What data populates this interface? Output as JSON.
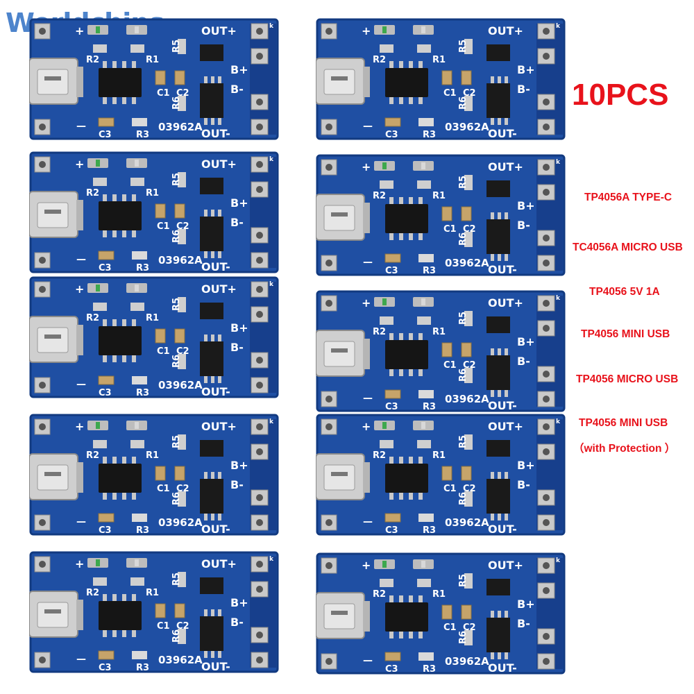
{
  "brand": {
    "logo_text": "Worldchips"
  },
  "product": {
    "quantity_label": "10PCS",
    "variants": [
      "TP4056A TYPE-C",
      "TC4056A MICRO USB",
      "TP4056 5V 1A",
      "TP4056 MINI USB",
      "TP4056 MICRO USB",
      "TP4056 MINI USB",
      "（with Protection ）"
    ]
  },
  "board_silkscreen": {
    "out_plus": "OUT+",
    "out_minus": "OUT-",
    "b_plus": "B+",
    "b_minus": "B-",
    "plus": "+",
    "minus": "—",
    "r1": "R1",
    "r2": "R2",
    "r3": "R3",
    "r5": "R5",
    "r6": "R6",
    "c1": "C1",
    "c2": "C2",
    "c3": "C3",
    "part_code": "03962A",
    "corner": "k"
  },
  "colors": {
    "pcb_blue": "#1f4fa3",
    "accent_red": "#e8121b",
    "silkscreen": "#ffffff"
  }
}
